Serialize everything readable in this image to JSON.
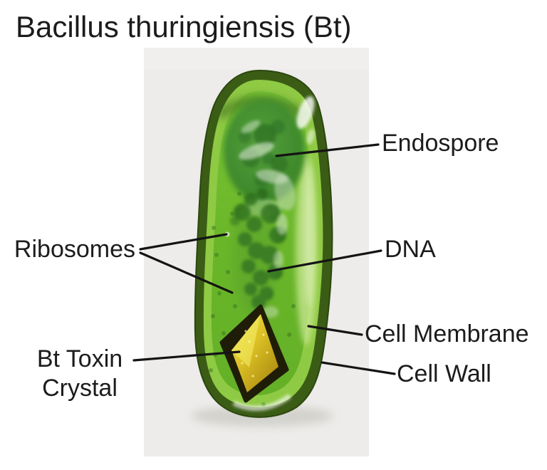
{
  "title": "Bacillus thuringiensis (Bt)",
  "figure": {
    "type": "labeled-photo-diagram",
    "subject": "Bacillus thuringiensis (Bt) bacterium cell model",
    "labels": {
      "endospore": "Endospore",
      "ribosomes": "Ribosomes",
      "dna": "DNA",
      "cell_membrane": "Cell Membrane",
      "cell_wall": "Cell Wall",
      "bt_toxin_line1": "Bt Toxin",
      "bt_toxin_line2": "Crystal"
    },
    "colors": {
      "page_background": "#ffffff",
      "photo_background": "#edecea",
      "cell_wall_green": "#3b5c15",
      "cell_membrane_green": "#8fca44",
      "cytoplasm_green": "#6ab629",
      "nucleoid_dark_green": "#2b6b1d",
      "endospore_green": "#41892e",
      "toxin_crystal_gold": "#d8bf1e",
      "leader_line": "#141414",
      "label_text": "#1c1c1c"
    }
  }
}
